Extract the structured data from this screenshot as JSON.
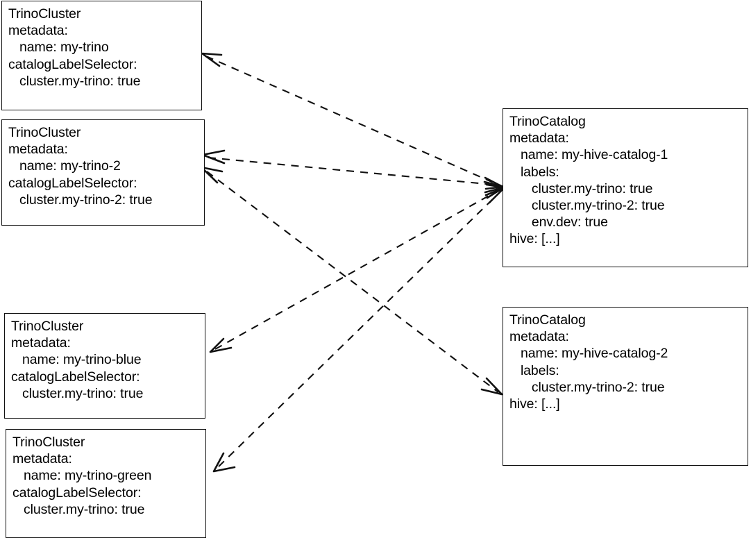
{
  "diagram": {
    "title": "TrinoCluster / TrinoCatalog label-selector matching diagram",
    "background_color": "#ffffff",
    "line_color": "#111111",
    "edge_style": "dashed-bidirectional"
  },
  "nodes": [
    {
      "id": "trinocluster-my-trino",
      "kind": "TrinoCluster",
      "lines": [
        "TrinoCluster",
        "metadata:",
        "   name: my-trino",
        "catalogLabelSelector:",
        "   cluster.my-trino: true"
      ]
    },
    {
      "id": "trinocluster-my-trino-2",
      "kind": "TrinoCluster",
      "lines": [
        "TrinoCluster",
        "metadata:",
        "   name: my-trino-2",
        "catalogLabelSelector:",
        "   cluster.my-trino-2: true"
      ]
    },
    {
      "id": "trinocluster-my-trino-blue",
      "kind": "TrinoCluster",
      "lines": [
        "TrinoCluster",
        "metadata:",
        "   name: my-trino-blue",
        "catalogLabelSelector:",
        "   cluster.my-trino: true"
      ]
    },
    {
      "id": "trinocluster-my-trino-green",
      "kind": "TrinoCluster",
      "lines": [
        "TrinoCluster",
        "metadata:",
        "   name: my-trino-green",
        "catalogLabelSelector:",
        "   cluster.my-trino: true"
      ]
    },
    {
      "id": "trinocatalog-my-hive-catalog-1",
      "kind": "TrinoCatalog",
      "lines": [
        "TrinoCatalog",
        "metadata:",
        "   name: my-hive-catalog-1",
        "   labels:",
        "      cluster.my-trino: true",
        "      cluster.my-trino-2: true",
        "      env.dev: true",
        "hive: [...]"
      ]
    },
    {
      "id": "trinocatalog-my-hive-catalog-2",
      "kind": "TrinoCatalog",
      "lines": [
        "TrinoCatalog",
        "metadata:",
        "   name: my-hive-catalog-2",
        "   labels:",
        "      cluster.my-trino-2: true",
        "hive: [...]"
      ]
    }
  ],
  "edges": [
    {
      "from": "trinocluster-my-trino",
      "to": "trinocatalog-my-hive-catalog-1",
      "label": ""
    },
    {
      "from": "trinocluster-my-trino-2",
      "to": "trinocatalog-my-hive-catalog-1",
      "label": ""
    },
    {
      "from": "trinocluster-my-trino-blue",
      "to": "trinocatalog-my-hive-catalog-1",
      "label": ""
    },
    {
      "from": "trinocluster-my-trino-green",
      "to": "trinocatalog-my-hive-catalog-1",
      "label": ""
    },
    {
      "from": "trinocluster-my-trino-2",
      "to": "trinocatalog-my-hive-catalog-2",
      "label": ""
    }
  ]
}
